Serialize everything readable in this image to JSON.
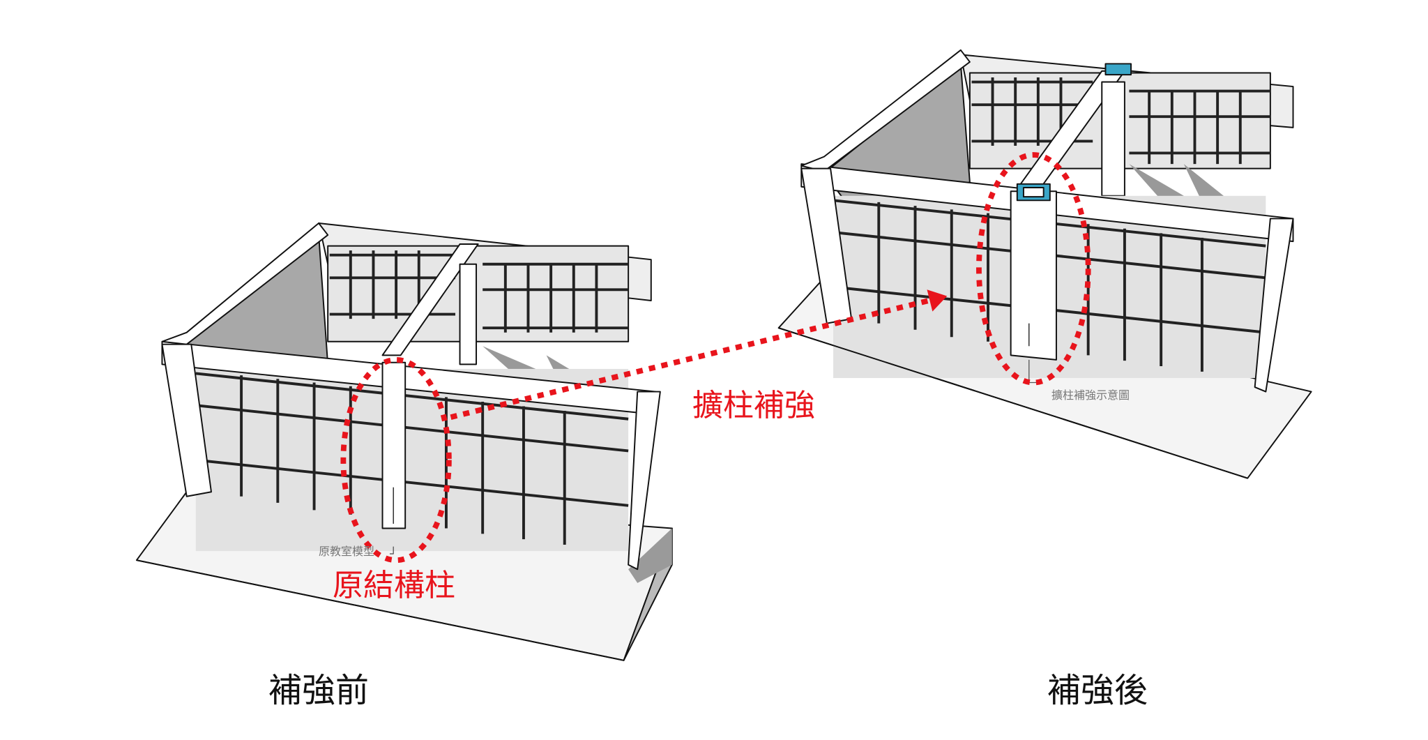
{
  "captions": {
    "before": "補強前",
    "after": "補強後"
  },
  "annotations": {
    "original_column": "原結構柱",
    "column_enlargement": "擴柱補強",
    "original_model_note": "原教室模型",
    "enlargement_note": "擴柱補強示意圖"
  },
  "colors": {
    "highlight": "#e8141c",
    "new_column_cap": "#3aa6c8"
  }
}
